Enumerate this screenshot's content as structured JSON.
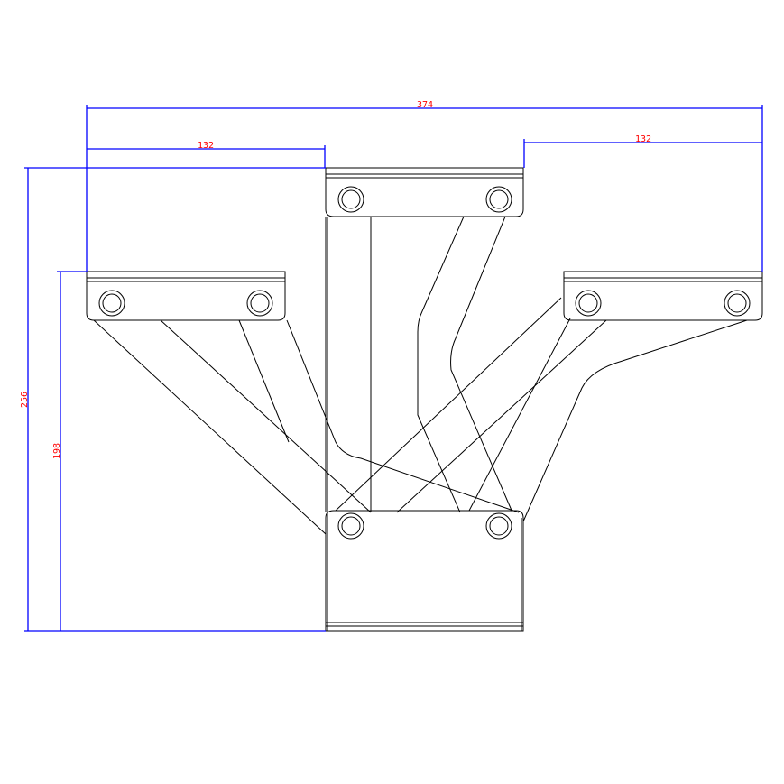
{
  "dimensions": {
    "overall_width": "374",
    "left_arm_width": "132",
    "right_arm_width": "132",
    "overall_height": "256",
    "arm_height": "198"
  },
  "colors": {
    "outline": "#000000",
    "dimension_line": "#0000ff",
    "dimension_text": "#ff0000"
  }
}
